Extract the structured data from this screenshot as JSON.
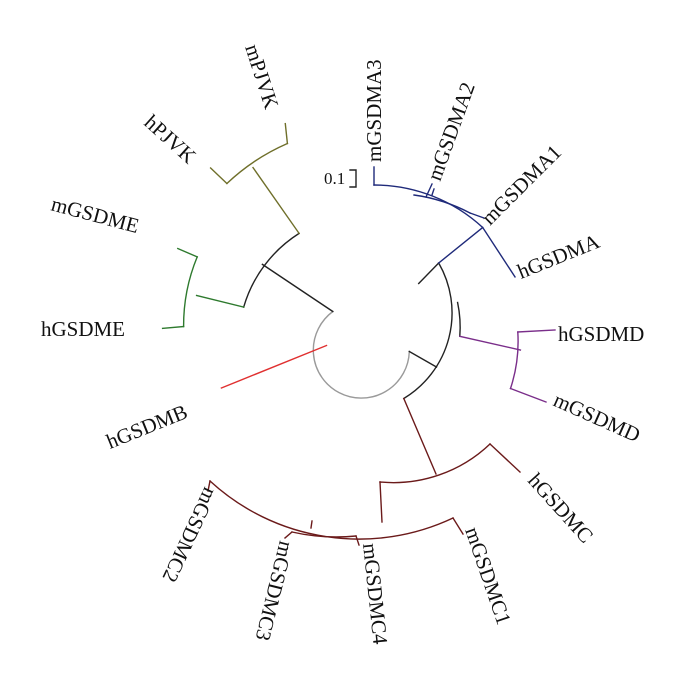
{
  "tree": {
    "scale_bar": {
      "label": "0.1"
    },
    "colors": {
      "root": "#9a9a9a",
      "internal": "#222222",
      "gsdma": "#1f2a7a",
      "gsdmd": "#7a2e8a",
      "gsdmc": "#6b1a1a",
      "gsdmb": "#e03030",
      "gsdme": "#2e7a2e",
      "pjvk": "#6f6f2a"
    },
    "leaves": [
      {
        "id": "mGSDMA3",
        "label": "mGSDMA3",
        "clade": "gsdma"
      },
      {
        "id": "mGSDMA2",
        "label": "mGSDMA2",
        "clade": "gsdma"
      },
      {
        "id": "mGSDMA1",
        "label": "mGSDMA1",
        "clade": "gsdma"
      },
      {
        "id": "hGSDMA",
        "label": "hGSDMA",
        "clade": "gsdma"
      },
      {
        "id": "hGSDMD",
        "label": "hGSDMD",
        "clade": "gsdmd"
      },
      {
        "id": "mGSDMD",
        "label": "mGSDMD",
        "clade": "gsdmd"
      },
      {
        "id": "hGSDMC",
        "label": "hGSDMC",
        "clade": "gsdmc"
      },
      {
        "id": "mGSDMC1",
        "label": "mGSDMC1",
        "clade": "gsdmc"
      },
      {
        "id": "mGSDMC4",
        "label": "mGSDMC4",
        "clade": "gsdmc"
      },
      {
        "id": "mGSDMC3",
        "label": "mGSDMC3",
        "clade": "gsdmc"
      },
      {
        "id": "mGSDMC2",
        "label": "mGSDMC2",
        "clade": "gsdmc"
      },
      {
        "id": "hGSDMB",
        "label": "hGSDMB",
        "clade": "gsdmb"
      },
      {
        "id": "hGSDME",
        "label": "hGSDME",
        "clade": "gsdme"
      },
      {
        "id": "mGSDME",
        "label": "mGSDME",
        "clade": "gsdme"
      },
      {
        "id": "hPJVK",
        "label": "hPJVK",
        "clade": "pjvk"
      },
      {
        "id": "mPJVK",
        "label": "mPJVK",
        "clade": "pjvk"
      }
    ]
  }
}
